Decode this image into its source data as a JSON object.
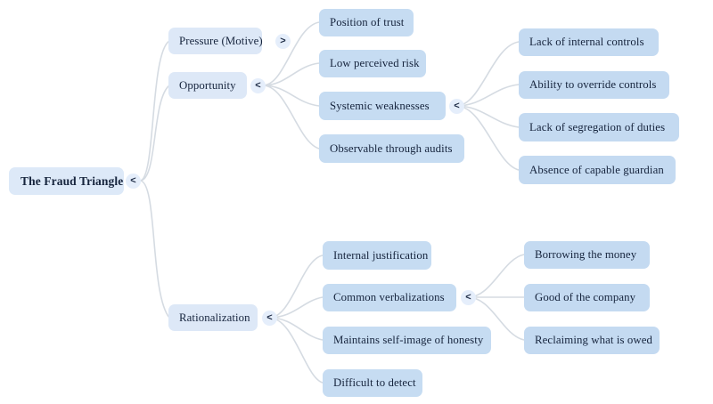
{
  "diagram": {
    "type": "mind-map",
    "title": "The Fraud Triangle",
    "background_color": "#ffffff",
    "edge_color": "#d5dbe2",
    "node_colors": {
      "root": "#dde9f8",
      "level2": "#dde8f7",
      "level3": "#c6dcf2",
      "level4": "#c4daf1"
    },
    "text_color": "#16243d"
  },
  "nodes": {
    "root": {
      "label": "The Fraud Triangle",
      "toggle": "<"
    },
    "pressure": {
      "label": "Pressure (Motive)",
      "toggle": ">"
    },
    "opportunity": {
      "label": "Opportunity",
      "toggle": "<"
    },
    "rationalization": {
      "label": "Rationalization",
      "toggle": "<"
    },
    "position_of_trust": {
      "label": "Position of trust"
    },
    "low_perceived_risk": {
      "label": "Low perceived risk"
    },
    "systemic_weaknesses": {
      "label": "Systemic weaknesses",
      "toggle": "<"
    },
    "observable_through_audits": {
      "label": "Observable through audits"
    },
    "lack_internal_controls": {
      "label": "Lack of internal controls"
    },
    "ability_override_controls": {
      "label": "Ability to override controls"
    },
    "lack_segregation_duties": {
      "label": "Lack of segregation of duties"
    },
    "absence_capable_guardian": {
      "label": "Absence of capable guardian"
    },
    "internal_justification": {
      "label": "Internal justification"
    },
    "common_verbalizations": {
      "label": "Common verbalizations",
      "toggle": "<"
    },
    "maintains_self_image": {
      "label": "Maintains self-image of honesty"
    },
    "difficult_to_detect": {
      "label": "Difficult to detect"
    },
    "borrowing_the_money": {
      "label": "Borrowing the money"
    },
    "good_of_the_company": {
      "label": "Good of the company"
    },
    "reclaiming_what_is_owed": {
      "label": "Reclaiming what is owed"
    }
  }
}
